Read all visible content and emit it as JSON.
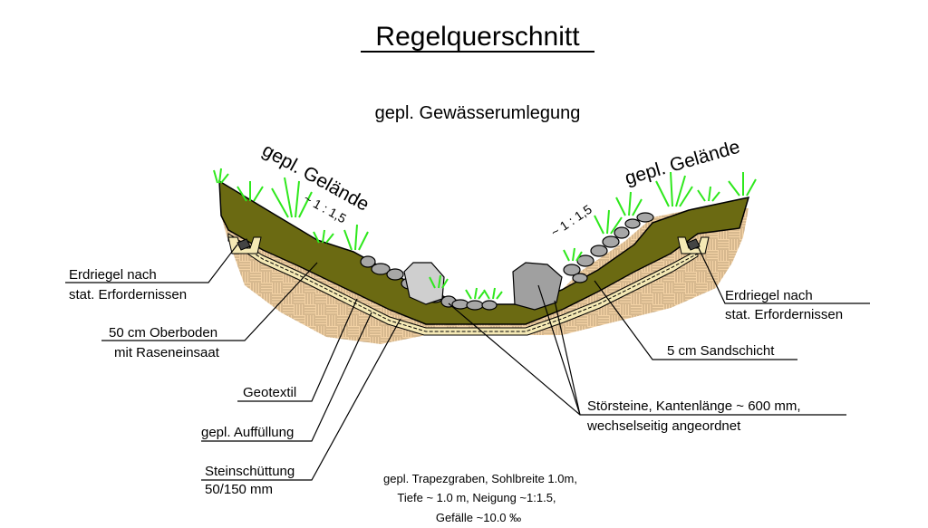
{
  "title": "Regelquerschnitt",
  "subtitle": "gepl. Gewässerumlegung",
  "terrain_left": "gepl. Gelände",
  "terrain_right": "gepl. Gelände",
  "slope_left": "~ 1 : 1,5",
  "slope_right": "~ 1 : 1,5",
  "labels": {
    "erdriegel_left_1": "Erdriegel nach",
    "erdriegel_left_2": "stat. Erfordernissen",
    "oberboden_1": "50 cm Oberboden",
    "oberboden_2": "mit Raseneinsaat",
    "geotextil": "Geotextil",
    "auffuellung": "gepl. Auffüllung",
    "steinschuettung_1": "Steinschüttung",
    "steinschuettung_2": "50/150 mm",
    "erdriegel_right_1": "Erdriegel nach",
    "erdriegel_right_2": "stat. Erfordernissen",
    "sandschicht": "5 cm Sandschicht",
    "stoersteine_1": "Störsteine, Kantenlänge ~ 600 mm,",
    "stoersteine_2": "wechselseitig angeordnet"
  },
  "notes": {
    "line1": "gepl. Trapezgraben, Sohlbreite 1.0m,",
    "line2": "Tiefe ~ 1.0 m, Neigung ~1:1.5,",
    "line3": "Gefälle ~10.0 ‰"
  },
  "colors": {
    "topsoil": "#6b6a12",
    "fill_earth": "#f3d2a5",
    "hatch": "#b59a74",
    "grass": "#2ee81c",
    "stone": "#a7a7a7",
    "sand": "#f5e9b5"
  }
}
